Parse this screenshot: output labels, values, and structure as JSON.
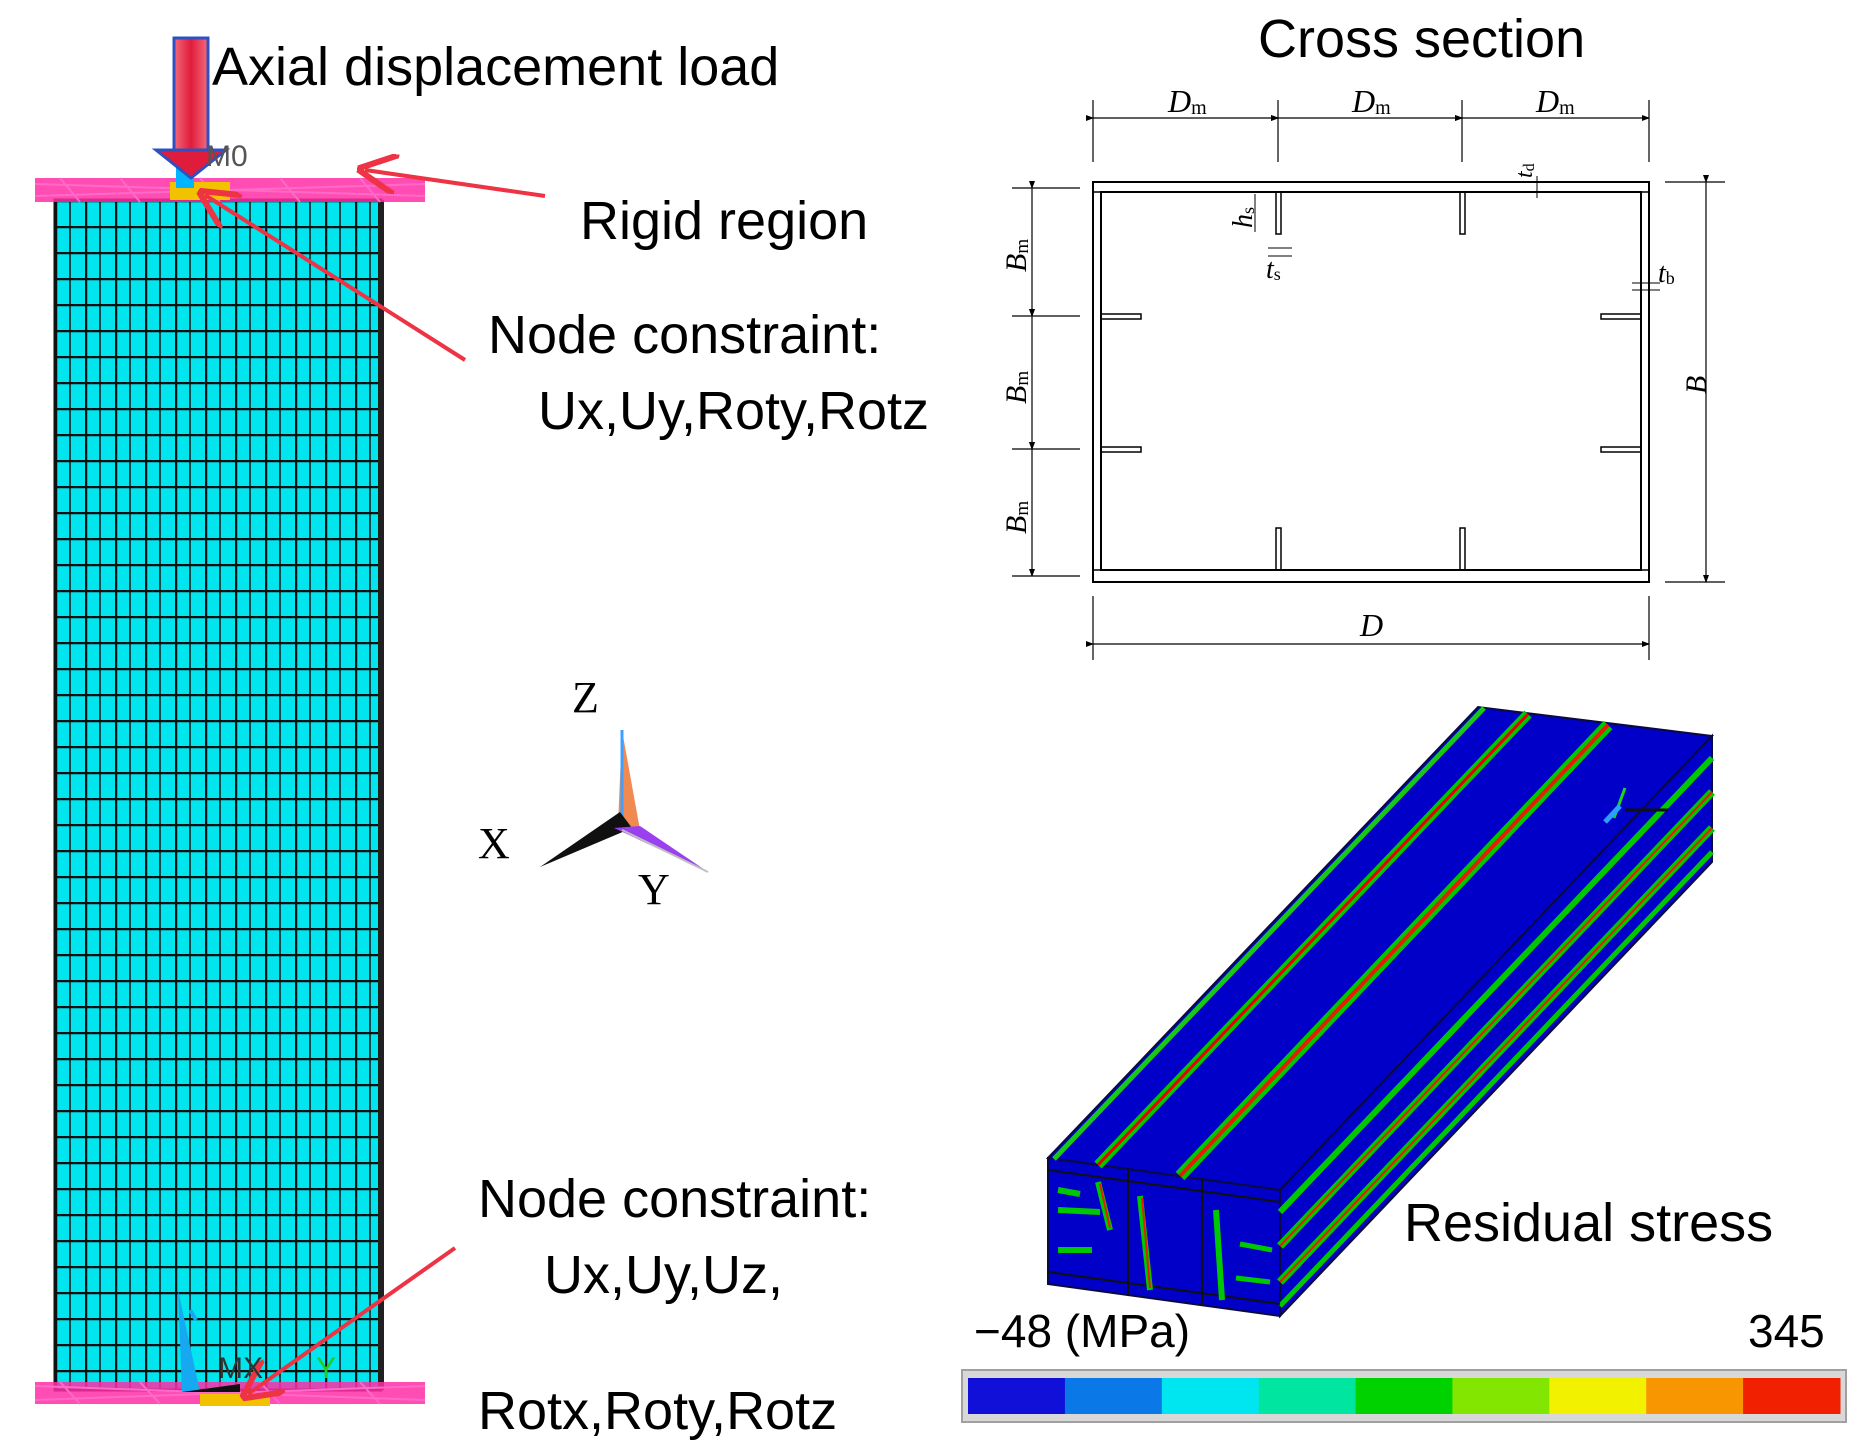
{
  "labels": {
    "axial_load": "Axial displacement load",
    "rigid_region": "Rigid region",
    "top_constraint_title": "Node constraint:",
    "top_constraint_dofs": "Ux,Uy,Roty,Rotz",
    "bottom_constraint_title": "Node constraint:",
    "bottom_constraint_dofs_1": "Ux,Uy,Uz,",
    "bottom_constraint_dofs_2": "Rotx,Roty,Rotz",
    "residual_stress": "Residual stress",
    "cross_section_title": "Cross section",
    "top_node_tag": "M0",
    "bottom_node_tag": "MX",
    "triad_small_y": "Y"
  },
  "axis_triad": {
    "z": "Z",
    "x": "X",
    "y": "Y"
  },
  "cross_section": {
    "dm_1": "D",
    "dm_1_sub": "m",
    "dm_2": "D",
    "dm_2_sub": "m",
    "dm_3": "D",
    "dm_3_sub": "m",
    "bm_1": "B",
    "bm_1_sub": "m",
    "bm_2": "B",
    "bm_2_sub": "m",
    "bm_3": "B",
    "bm_3_sub": "m",
    "td": "t",
    "td_sub": "d",
    "hs": "h",
    "hs_sub": "s",
    "ts": "t",
    "ts_sub": "s",
    "tb": "t",
    "tb_sub": "b",
    "b_total": "B",
    "d_total": "D"
  },
  "colorbar": {
    "min_label": "−48 (MPa)",
    "max_label": "345",
    "colors": [
      "#1010d8",
      "#0a78e6",
      "#00e6f0",
      "#00e6a0",
      "#00d200",
      "#82e600",
      "#f2f200",
      "#f79600",
      "#f02000"
    ]
  },
  "colors": {
    "mesh_fill": "#00e5ee",
    "mesh_line": "#101010",
    "rigid": "#ff2ea6",
    "annotation_arrow": "#ee3344",
    "load_arrow": "#e82a4a",
    "load_arrow_edge": "#3050c0",
    "box_blue": "#0000c8"
  }
}
